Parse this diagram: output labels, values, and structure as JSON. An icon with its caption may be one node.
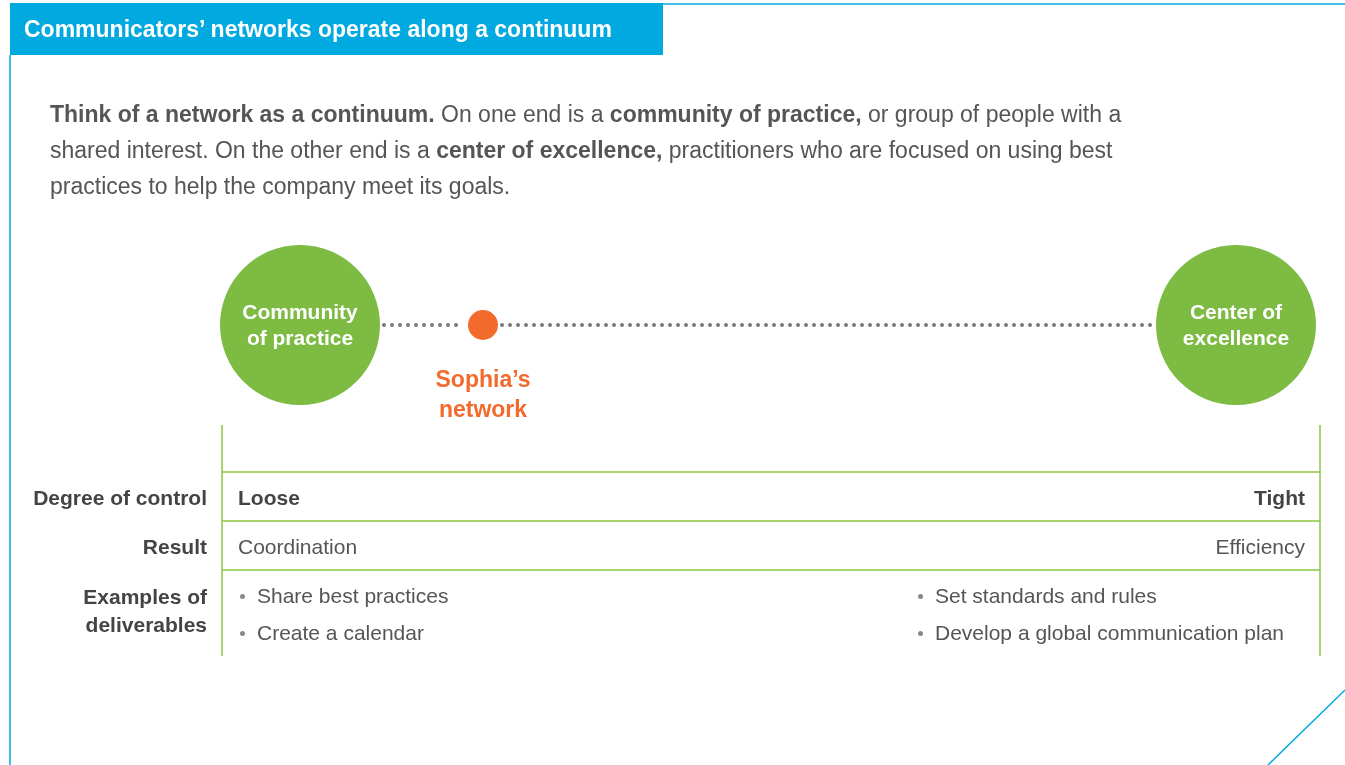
{
  "diagram": {
    "title": "Communicators’ networks operate along a continuum",
    "nodes": [
      {
        "text": [
          "Community of practice"
        ]
      },
      {
        "text": [],
        "shape": "circle",
        "beside": [
          "Sophia’s network"
        ]
      },
      {
        "text": [
          "Center of excellence"
        ]
      }
    ],
    "edges": [
      {
        "from": 0,
        "to": 1,
        "arrow": "none",
        "style": "dashed"
      },
      {
        "from": 1,
        "to": 2,
        "arrow": "none",
        "style": "dashed"
      }
    ],
    "labels": [
      "**Think of a network as a continuum.** On one end is a **community of practice,** or group of people with a shared interest. On the other end is a **center of excellence,** practitioners who are focused on using best practices to help the company meet its goals.",
      "Degree of control",
      "Loose",
      "Tight",
      "Result",
      "Coordination",
      "Efficiency",
      "Examples of deliverables",
      "Share best practices",
      "Set standards and rules",
      "Create a calendar",
      "Develop a global communication plan"
    ]
  }
}
